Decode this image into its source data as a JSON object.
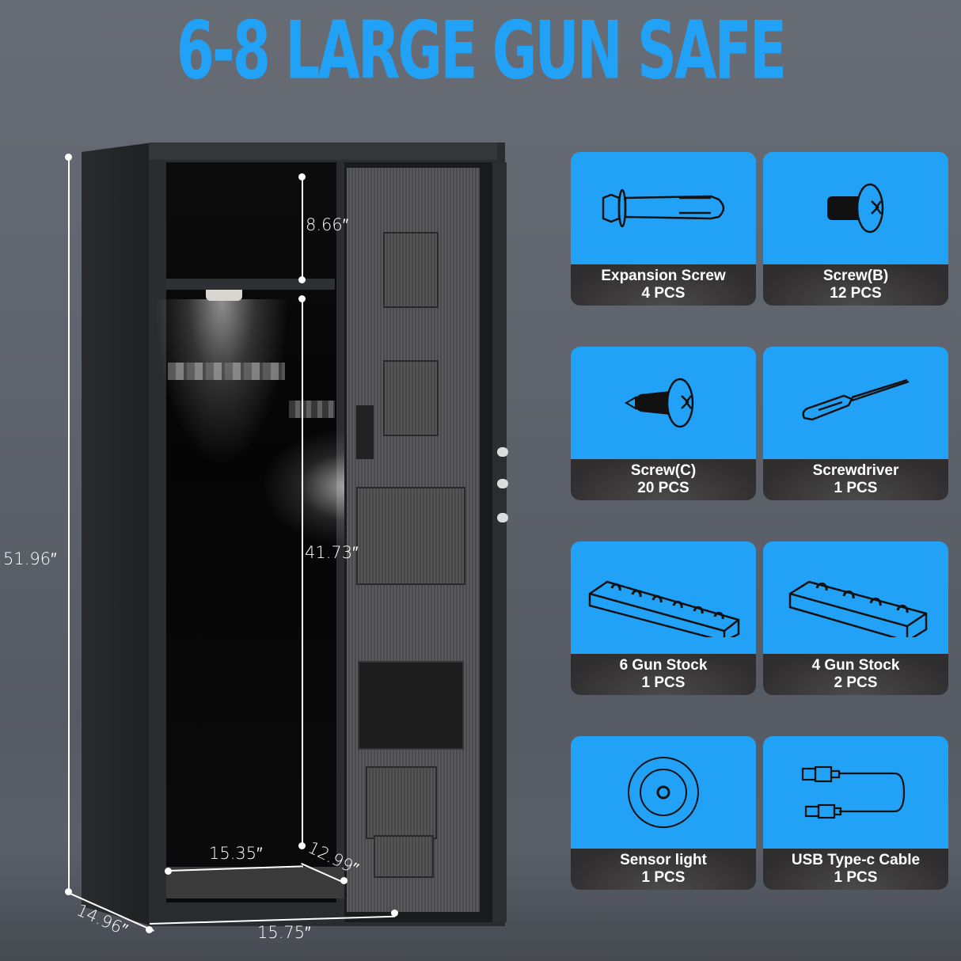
{
  "header": {
    "title": "6-8 LARGE GUN SAFE"
  },
  "colors": {
    "accent": "#22a2f7",
    "background": "#5f646c",
    "caption_bg": "#333030"
  },
  "dimensions": {
    "height": "51.96″",
    "depth": "14.96″",
    "width": "15.75″",
    "top_compartment": "8.66″",
    "main_compartment": "41.73″",
    "interior_width": "15.35″",
    "interior_depth": "12.99″"
  },
  "accessories": [
    {
      "name": "Expansion Screw",
      "qty": "4 PCS",
      "icon": "expansion-screw-icon"
    },
    {
      "name": "Screw(B)",
      "qty": "12 PCS",
      "icon": "screw-b-icon"
    },
    {
      "name": "Screw(C)",
      "qty": "20 PCS",
      "icon": "screw-c-icon"
    },
    {
      "name": "Screwdriver",
      "qty": "1 PCS",
      "icon": "screwdriver-icon"
    },
    {
      "name": "6 Gun Stock",
      "qty": "1 PCS",
      "icon": "six-gun-stock-icon"
    },
    {
      "name": "4 Gun Stock",
      "qty": "2 PCS",
      "icon": "four-gun-stock-icon"
    },
    {
      "name": "Sensor light",
      "qty": "1 PCS",
      "icon": "sensor-light-icon"
    },
    {
      "name": "USB Type-c Cable",
      "qty": "1 PCS",
      "icon": "usb-cable-icon"
    }
  ]
}
